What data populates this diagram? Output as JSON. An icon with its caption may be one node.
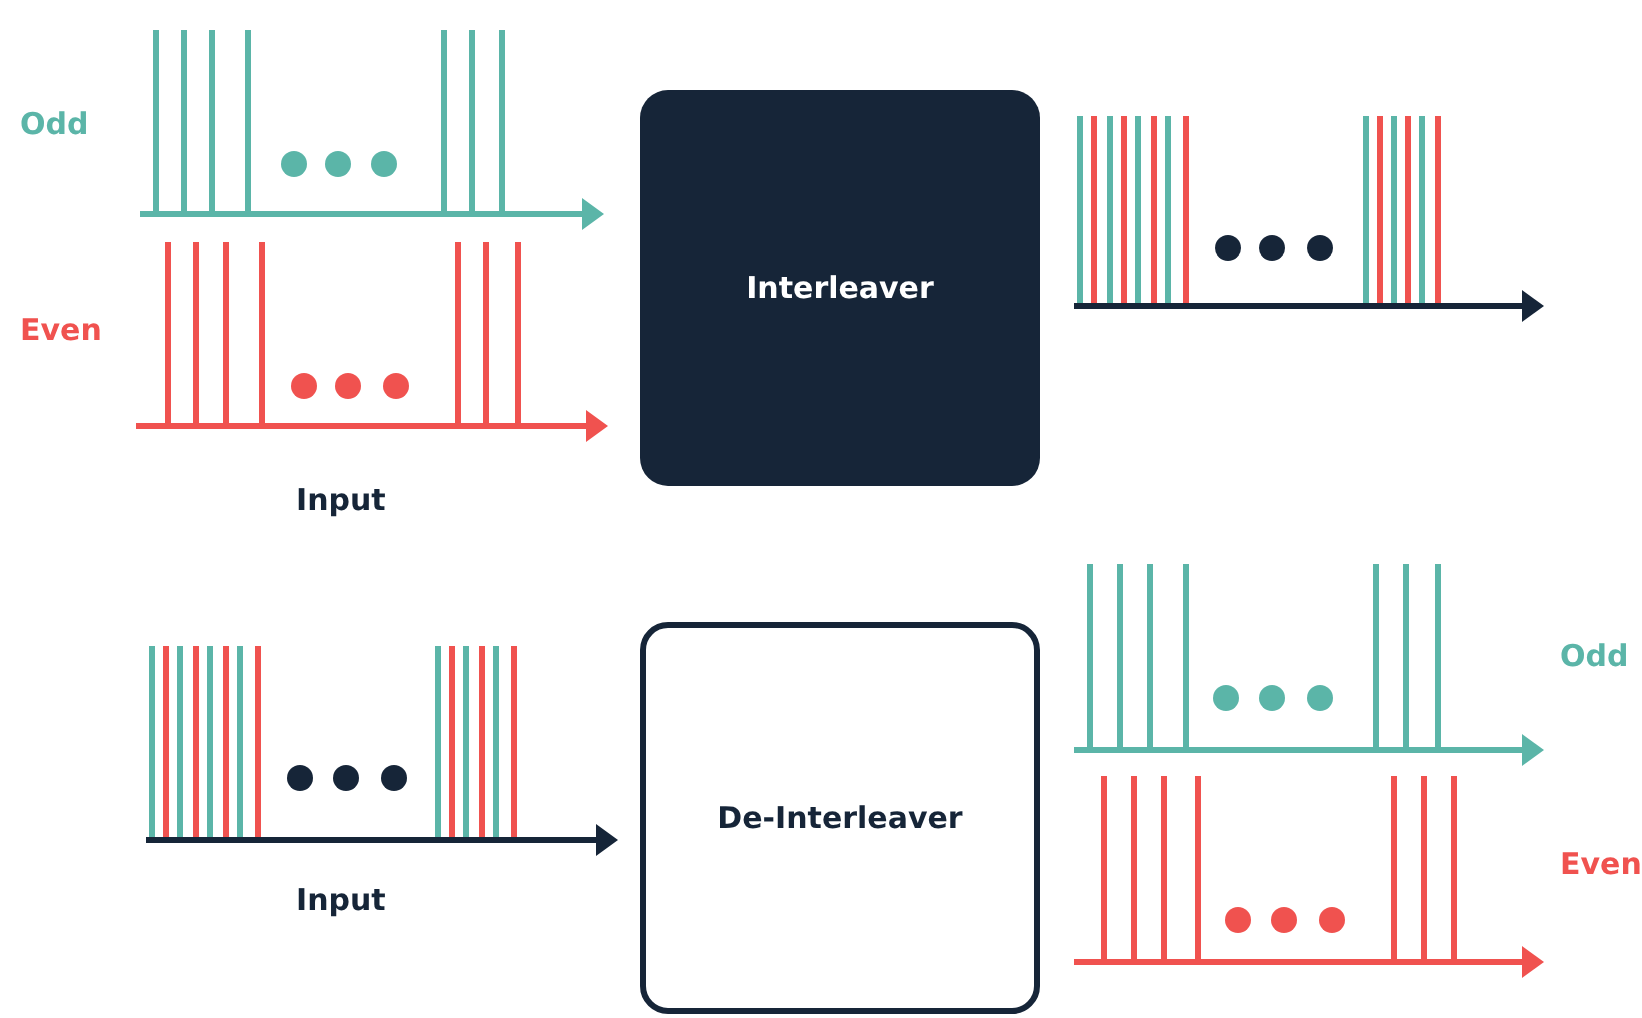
{
  "diagram": {
    "nodes": [
      {
        "text": [
          "Interleaver"
        ]
      },
      {
        "text": [
          "De-Interleaver"
        ]
      }
    ],
    "labels": [
      "Odd",
      "Even",
      "Input",
      "Odd",
      "Even",
      "Input"
    ]
  }
}
